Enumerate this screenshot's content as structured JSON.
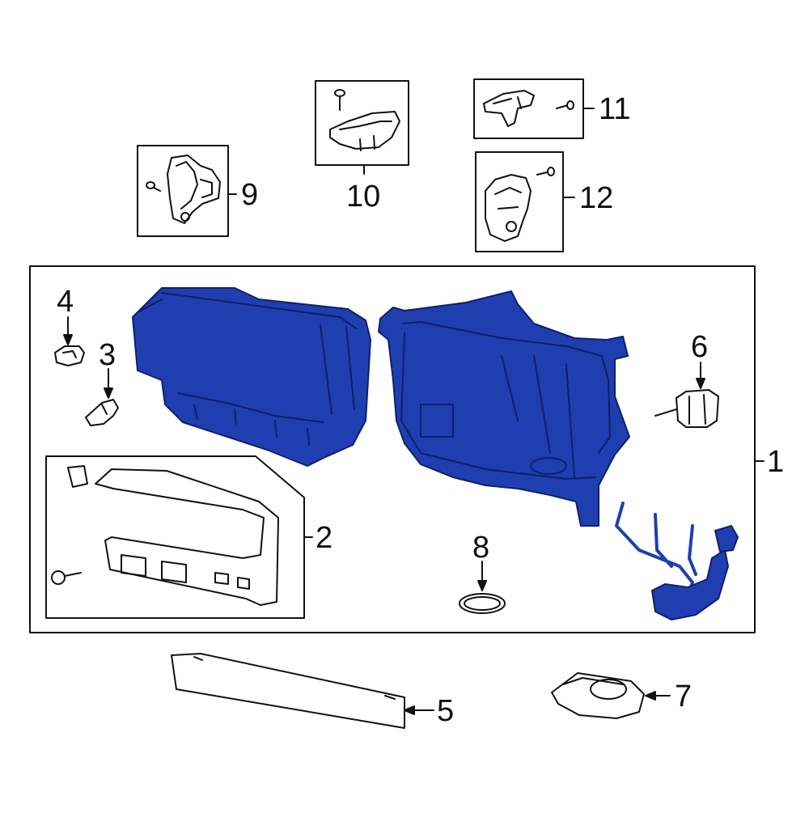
{
  "diagram": {
    "background_color": "#ffffff",
    "highlight_color": "#1f3fb0",
    "highlight_dark": "#0f1f6a",
    "line_color": "#111111",
    "callouts": [
      "1",
      "2",
      "3",
      "4",
      "5",
      "6",
      "7",
      "8",
      "9",
      "10",
      "11",
      "12"
    ]
  }
}
